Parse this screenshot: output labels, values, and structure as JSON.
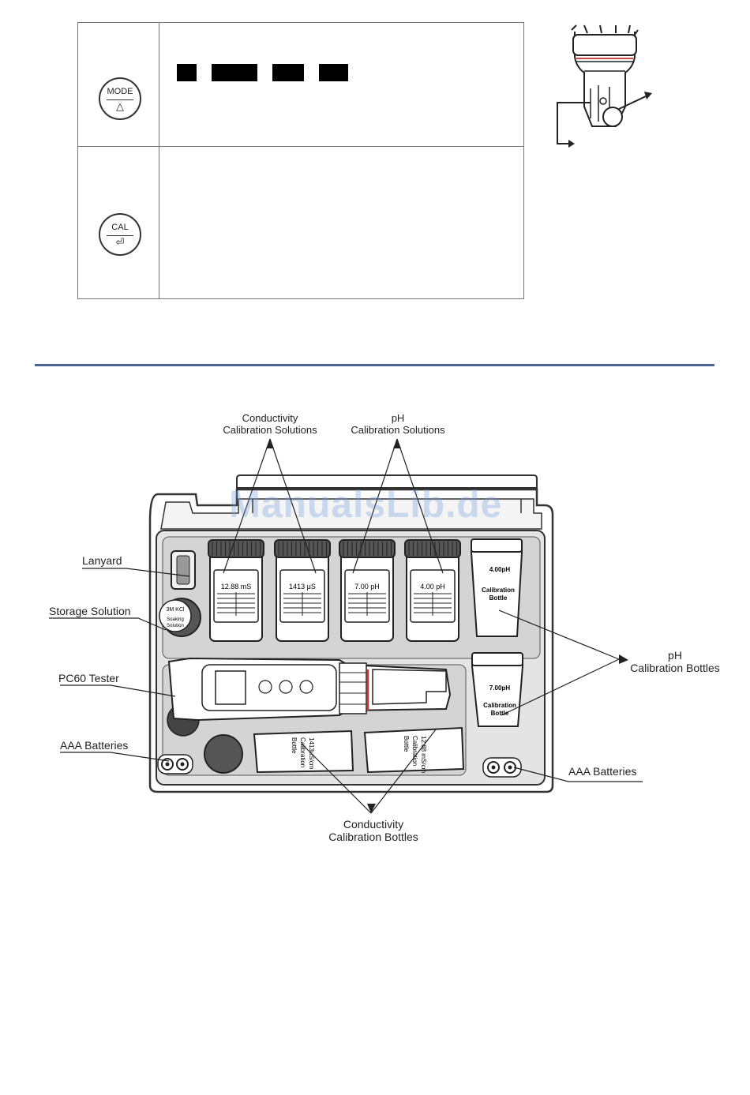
{
  "key_table": {
    "mode_button": {
      "label": "MODE",
      "symbol": "△"
    },
    "cal_button": {
      "label": "CAL",
      "symbol": "⏎"
    }
  },
  "kit_labels": {
    "conductivity_solutions": [
      "Conductivity",
      "Calibration Solutions"
    ],
    "ph_solutions": [
      "pH",
      "Calibration Solutions"
    ],
    "lanyard": "Lanyard",
    "storage_solution": "Storage Solution",
    "pc60_tester": "PC60 Tester",
    "aaa_batteries_left": "AAA Batteries",
    "aaa_batteries_right": "AAA Batteries",
    "ph_bottles": [
      "pH",
      "Calibration Bottles"
    ],
    "conductivity_bottles": [
      "Conductivity",
      "Calibration Bottles"
    ]
  },
  "bottle_labels": {
    "solution_1": "12.88 mS",
    "solution_2": "1413 μS",
    "solution_3": "7.00 pH",
    "solution_4": "4.00 pH",
    "ph_bottle_1_value": "4.00pH",
    "ph_bottle_1_text": [
      "Calibration",
      "Bottle"
    ],
    "ph_bottle_2_value": "7.00pH",
    "ph_bottle_2_text": [
      "Calibration",
      "Bottle"
    ],
    "storage_cap": [
      "3M KCl",
      "Soaking",
      "Solution"
    ],
    "cond_tube_1": [
      "1413uS/cm",
      "Calibration",
      "Bottle"
    ],
    "cond_tube_2": [
      "12.88 mS/cm",
      "Calibration",
      "Bottle"
    ]
  },
  "watermark": "ManualsLib.de"
}
